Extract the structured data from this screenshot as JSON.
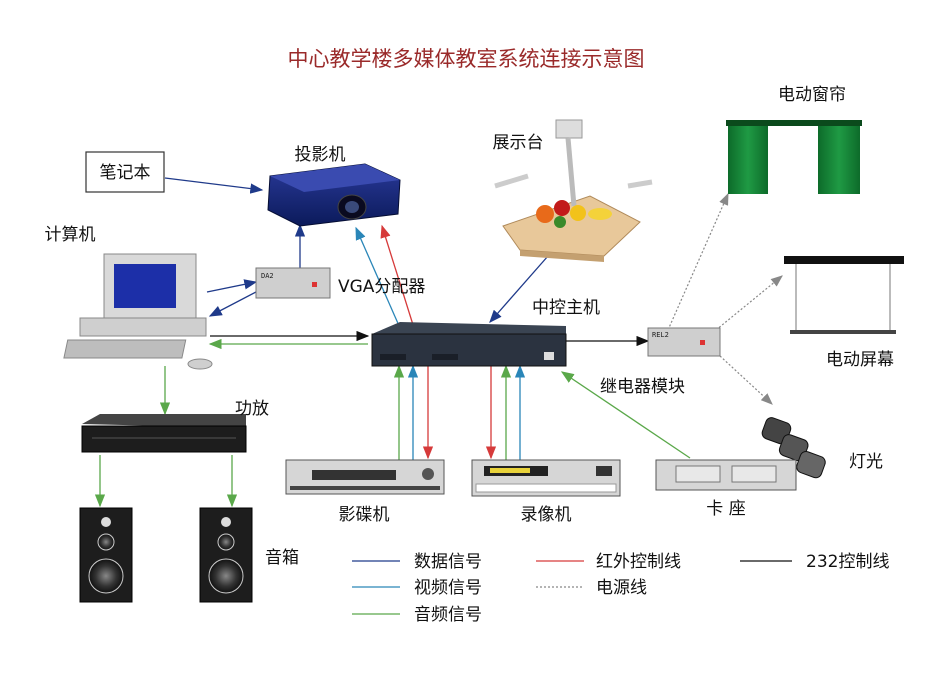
{
  "title": "中心教学楼多媒体教室系统连接示意图",
  "colors": {
    "data_signal": "#1f3a8a",
    "video_signal": "#2a86b8",
    "audio_signal": "#5aa84a",
    "ir_control": "#d63a3a",
    "power": "#888888",
    "rs232": "#111111",
    "title": "#9a2a2a"
  },
  "devices": {
    "notebook": "笔记本",
    "projector": "投影机",
    "document_camera": "展示台",
    "computer": "计算机",
    "vga_splitter": "VGA分配器",
    "central_controller": "中控主机",
    "relay_module": "继电器模块",
    "amplifier": "功放",
    "dvd_player": "影碟机",
    "vcr": "录像机",
    "card_deck": "卡 座",
    "speakers": "音箱",
    "curtain": "电动窗帘",
    "screen": "电动屏幕",
    "lights": "灯光"
  },
  "device_tags": {
    "vga_splitter": "DA2",
    "relay_module": "REL2"
  },
  "legend": {
    "data": "数据信号",
    "video": "视频信号",
    "audio": "音频信号",
    "ir": "红外控制线",
    "power": "电源线",
    "rs232": "232控制线"
  }
}
